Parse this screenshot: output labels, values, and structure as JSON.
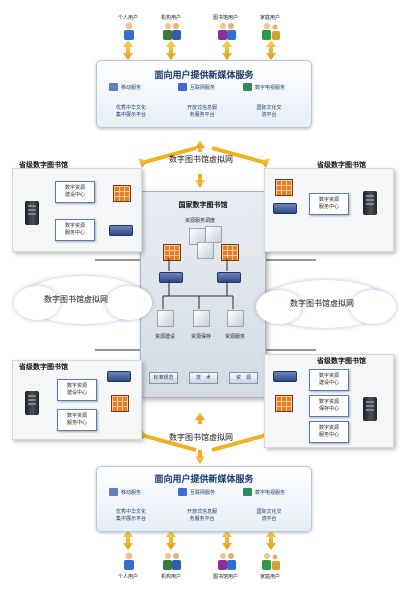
{
  "users": [
    "个人用户",
    "机构用户",
    "图书馆用户",
    "家庭用户"
  ],
  "service_panel": {
    "title": "面向用户提供新媒体服务",
    "services": [
      "移动服务",
      "互联网服务",
      "数字电视服务"
    ],
    "platforms": [
      [
        "优秀中华文化",
        "集中展示平台"
      ],
      [
        "开放式信息服",
        "务服务平台"
      ],
      [
        "国际文化交",
        "流平台"
      ]
    ]
  },
  "virtual_network": "数字图书馆虚拟网",
  "provincial": {
    "title": "省级数字图书馆",
    "centers": {
      "construction": [
        "数字资源",
        "建设中心"
      ],
      "service": [
        "数字资源",
        "服务中心"
      ],
      "storage": [
        "数字资源",
        "保存中心"
      ]
    }
  },
  "national": {
    "title": "国家数字图书馆",
    "scheduling": "资源服务调度",
    "functions": [
      "资源建设",
      "资源保存",
      "资源服务"
    ],
    "buttons": [
      "标准规范",
      "技　术",
      "资　源"
    ]
  },
  "colors": {
    "arrow": "#f2b01e",
    "title_blue": "#1a3a6b",
    "firewall": "#e67e22",
    "router": "#2e4a8a",
    "wire": "#2a2a2a"
  }
}
